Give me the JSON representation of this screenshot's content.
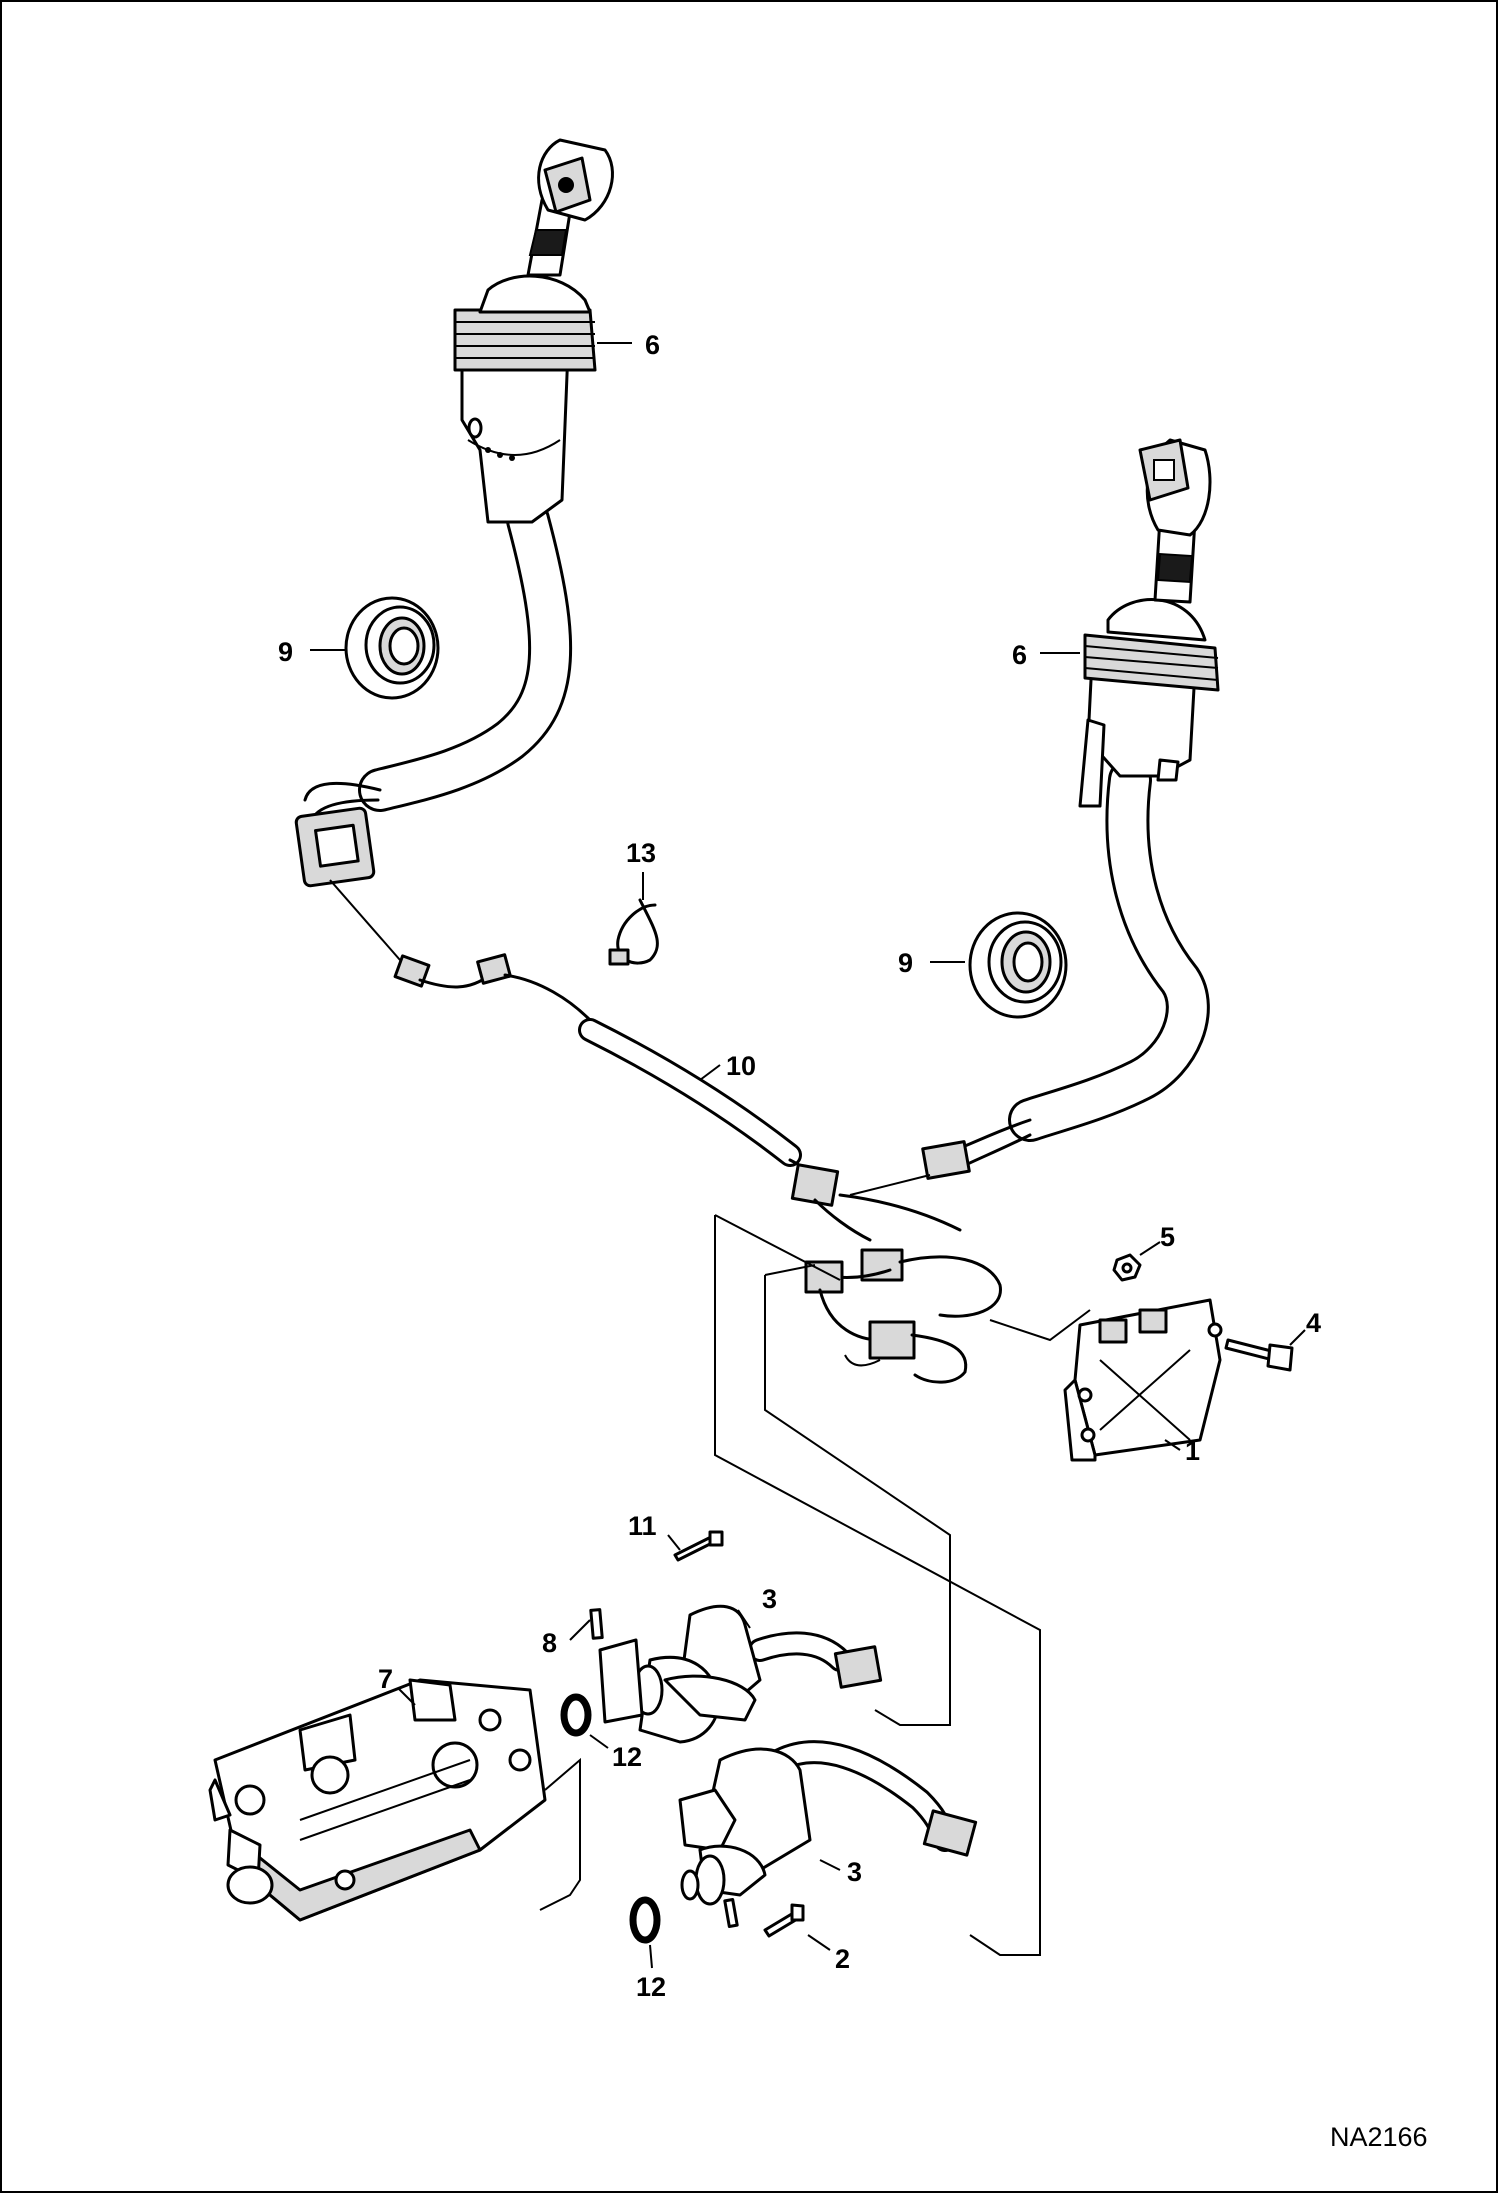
{
  "diagram": {
    "figure_id": "NA2166",
    "callouts": {
      "c1": "1",
      "c2": "2",
      "c3a": "3",
      "c3b": "3",
      "c4": "4",
      "c5": "5",
      "c6a": "6",
      "c6b": "6",
      "c7": "7",
      "c8": "8",
      "c9a": "9",
      "c9b": "9",
      "c10": "10",
      "c11": "11",
      "c12a": "12",
      "c12b": "12",
      "c13": "13"
    }
  }
}
